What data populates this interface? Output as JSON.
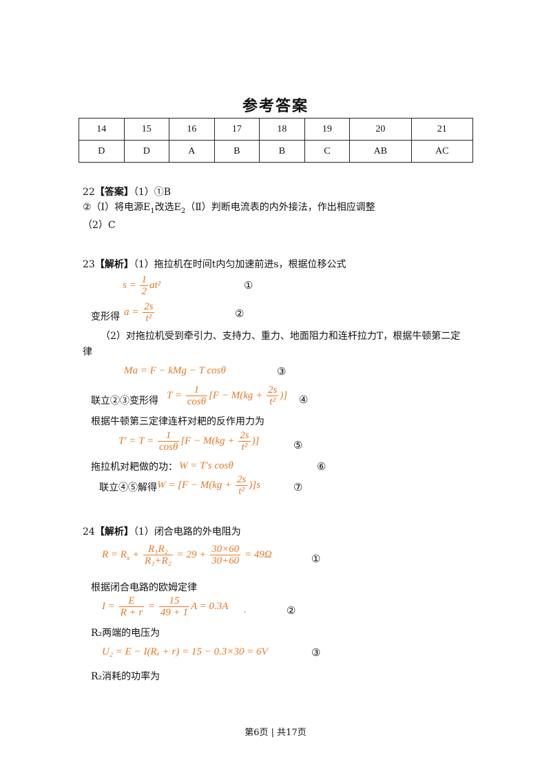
{
  "title": "参考答案",
  "answer_table": {
    "numbers": [
      "14",
      "15",
      "16",
      "17",
      "18",
      "19",
      "20",
      "21"
    ],
    "answers": [
      "D",
      "D",
      "A",
      "B",
      "B",
      "C",
      "AB",
      "AC"
    ]
  },
  "q22": {
    "head_num": "22",
    "head_tag": "【答案】",
    "line1": "（1）①B",
    "line2_a": "②（Ⅰ）将电源E",
    "line2_sub1": "1",
    "line2_b": "改选E",
    "line2_sub2": "2",
    "line2_c": "（Ⅱ）判断电流表的内外接法，作出相应调整",
    "line3": "（2）C"
  },
  "q23": {
    "head_num": "23",
    "head_tag": "【解析】",
    "intro": "（1）拖拉机在时间t内匀加速前进s，根据位移公式",
    "eq1_lhs": "s = ",
    "eq1_num": "1",
    "eq1_den": "2",
    "eq1_rhs": "at²",
    "mark1": "①",
    "deform_label": "变形得",
    "eq2_lhs": "a = ",
    "eq2_num": "2s",
    "eq2_den": "t²",
    "mark2": "②",
    "part2_l1": "（2）对拖拉机受到牵引力、支持力、重力、地面阻力和连杆拉力T，根据牛顿第二定",
    "part2_l2": "律",
    "eq3": "Ma = F − kMg − T cosθ",
    "mark3": "③",
    "combine_label": "联立②③变形得",
    "eq4_lhs": "T = ",
    "eq4_num": "1",
    "eq4_den": "cosθ",
    "eq4_mid": "[F − M(kg + ",
    "eq4_fnum": "2s",
    "eq4_fden": "t²",
    "eq4_end": ")]",
    "mark4": "④",
    "newton3": "根据牛顿第三定律连杆对耙的反作用力为",
    "eq5_lhs": "T′ = T = ",
    "eq5_num": "1",
    "eq5_den": "cosθ",
    "eq5_mid": "[F − M(kg + ",
    "eq5_fnum": "2s",
    "eq5_fden": "t²",
    "eq5_end": ")]",
    "mark5": "⑤",
    "work_label": "拖拉机对耙做的功：",
    "eq6": "W = T′s cosθ",
    "mark6": "⑥",
    "solve_label": "联立④⑤解得",
    "eq7_lhs": "W = [F − M(kg + ",
    "eq7_fnum": "2s",
    "eq7_fden": "t²",
    "eq7_end": ")]s",
    "mark7": "⑦"
  },
  "q24": {
    "head_num": "24",
    "head_tag": "【解析】",
    "intro": "（1）闭合电路的外电阻为",
    "eq1_lhs": "R = R",
    "eq1_lhs_sub": "x",
    "eq1_plus": " + ",
    "eq1_num": "R₁R₂",
    "eq1_den": "R₁+R₂",
    "eq1_mid": " = 29 + ",
    "eq1_num2": "30×60",
    "eq1_den2": "30+60",
    "eq1_end": " = 49Ω",
    "mark1": "①",
    "ohm_label": "根据闭合电路的欧姆定律",
    "eq2_lhs": "I = ",
    "eq2_num": "E",
    "eq2_den": "R + r",
    "eq2_mid": " = ",
    "eq2_num2": "15",
    "eq2_den2": "49 + 1",
    "eq2_end": "A = 0.3A",
    "eq2_dot": ".",
    "mark2": "②",
    "r2_voltage": "R₂两端的电压为",
    "eq3": "U₂ = E − I(Rₓ + r) = 15 − 0.3×30 = 6V",
    "mark3": "③",
    "r2_power": "R₂消耗的功率为"
  },
  "footer": "第6页 | 共17页"
}
